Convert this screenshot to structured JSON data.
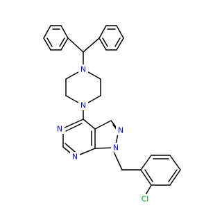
{
  "diagram": {
    "atom_labels": {
      "n_pip_top": "N",
      "n_pip_bottom": "N",
      "n_pyr_left": "N",
      "n_pyr_bottom": "N",
      "n_pz_upper": "N",
      "n_pz_lower": "N",
      "cl": "Cl"
    },
    "colors": {
      "bond": "#000000",
      "nitrogen": "#0000ff",
      "chlorine": "#00a000"
    }
  }
}
